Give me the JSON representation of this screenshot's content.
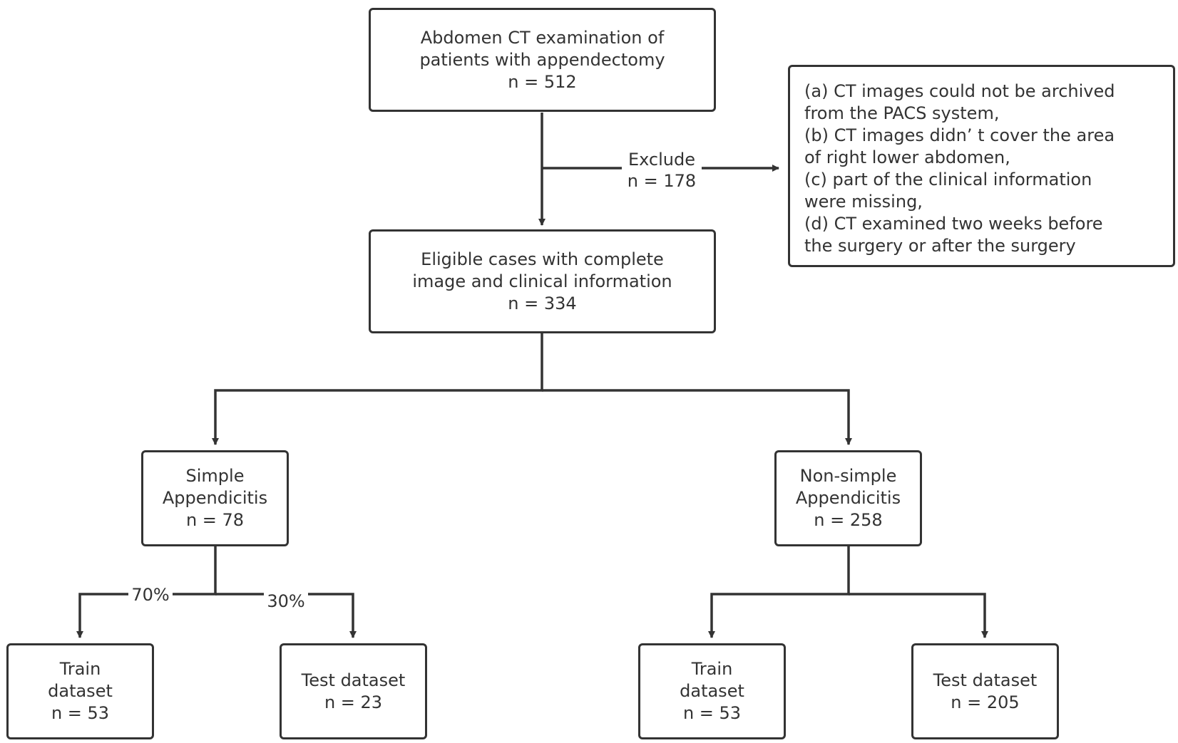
{
  "nodes": {
    "source": {
      "lines": [
        "Abdomen CT examination of",
        "patients with appendectomy",
        "n = 512"
      ]
    },
    "eligible": {
      "lines": [
        "Eligible cases with complete",
        "image and clinical information",
        "n = 334"
      ]
    },
    "simple": {
      "lines": [
        "Simple",
        "Appendicitis",
        "n = 78"
      ]
    },
    "nonsimple": {
      "lines": [
        "Non-simple",
        "Appendicitis",
        "n = 258"
      ]
    },
    "simple_train": {
      "lines": [
        "Train",
        "dataset",
        "n = 53"
      ]
    },
    "simple_test": {
      "lines": [
        "Test dataset",
        "n = 23"
      ]
    },
    "nonsimple_train": {
      "lines": [
        "Train",
        "dataset",
        "n = 53"
      ]
    },
    "nonsimple_test": {
      "lines": [
        "Test dataset",
        "n = 205"
      ]
    }
  },
  "exclusion": {
    "label": [
      "Exclude",
      "n = 178"
    ],
    "reasons": [
      "(a) CT images could not be archived",
      "from the PACS system,",
      "(b) CT images didn’ t cover the area",
      "of right lower abdomen,",
      "(c) part of the clinical information",
      "were missing,",
      "(d) CT examined two weeks before",
      "the surgery or after the surgery"
    ]
  },
  "split_labels": {
    "train": "70%",
    "test": "30%"
  },
  "colors": {
    "stroke": "#333333",
    "text": "#333333",
    "background": "#ffffff"
  }
}
